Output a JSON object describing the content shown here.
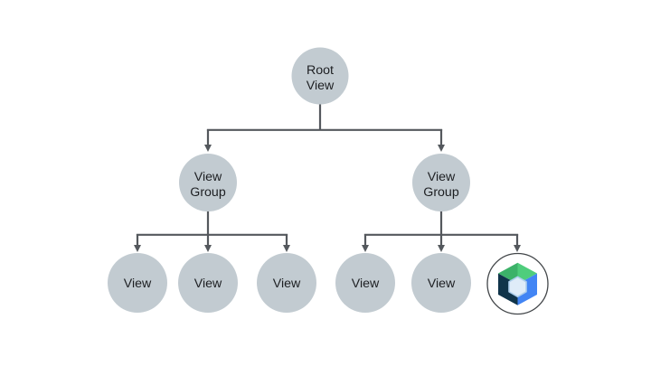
{
  "tree": {
    "root": {
      "line1": "Root",
      "line2": "View"
    },
    "groups": [
      {
        "line1": "View",
        "line2": "Group"
      },
      {
        "line1": "View",
        "line2": "Group"
      }
    ],
    "views": [
      "View",
      "View",
      "View",
      "View",
      "View"
    ],
    "compose": {
      "icon": "jetpack-compose-logo"
    }
  },
  "colors": {
    "background": "#ffffff",
    "node_fill": "#c2cbd1",
    "line": "#54585d",
    "text": "#1d1f22",
    "compose_ring": "#43474a",
    "compose_green": "#4fcd7c",
    "compose_green_dark": "#3cb269",
    "compose_blue": "#4285f4",
    "compose_navy": "#10344a",
    "compose_hole": "#dfecf8",
    "compose_hole_rim": "#aecfec"
  }
}
